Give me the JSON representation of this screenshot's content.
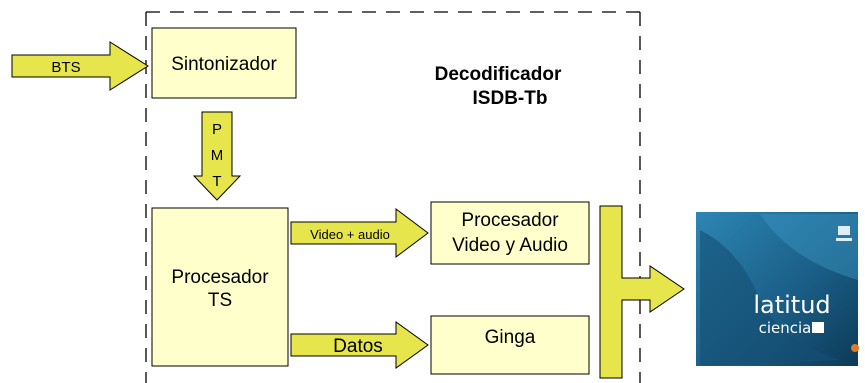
{
  "colors": {
    "box_fill": "#ffffcc",
    "arrow_fill": "#e6e64c",
    "outline": "#000000",
    "screen_bg": "#1e6c96"
  },
  "title": {
    "line1": "Decodificador",
    "line2": "ISDB-Tb"
  },
  "boxes": {
    "tuner": "Sintonizador",
    "ts_processor": {
      "line1": "Procesador",
      "line2": "TS"
    },
    "av_processor": {
      "line1": "Procesador",
      "line2": "Video y Audio"
    },
    "ginga": "Ginga"
  },
  "arrows": {
    "input": "BTS",
    "pmt": [
      "P",
      "M",
      "T"
    ],
    "video_audio": "Video + audio",
    "data": "Datos"
  },
  "screen": {
    "brand_line1": "latitud",
    "brand_line2": "ciencia"
  }
}
